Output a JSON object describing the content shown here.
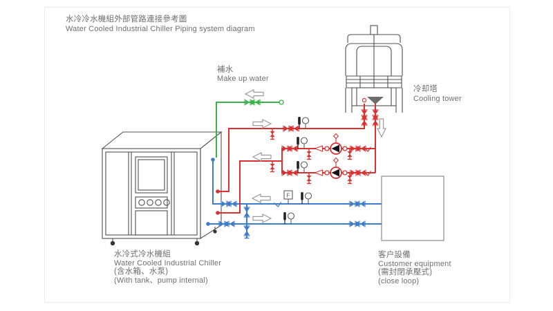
{
  "title": {
    "zh": "水冷冷水機組外部管路連接參考圖",
    "en": "Water Cooled Industrial Chiller Piping system diagram"
  },
  "labels": {
    "makeup": {
      "zh": "補水",
      "en": "Make up water"
    },
    "cooling_tower": {
      "zh": "冷却塔",
      "en": "Cooling tower"
    },
    "chiller": {
      "zh": "水冷式冷水機組",
      "en": "Water Cooled Industrial Chiller",
      "note_zh": "(含水箱、水泵)",
      "note_en": "(With tank、pump internal)"
    },
    "customer": {
      "zh": "客户設備",
      "en": "Customer equipment",
      "note_zh": "(需封閉承壓式)",
      "note_en": "(close loop)"
    }
  },
  "symbols": {
    "flow_switch": "F"
  },
  "colors": {
    "cooling_water": "#d93030",
    "chilled_water": "#3d7cc9",
    "makeup_water": "#3bb24a",
    "outline": "#4f4f4f",
    "text": "#6e6e6e"
  }
}
